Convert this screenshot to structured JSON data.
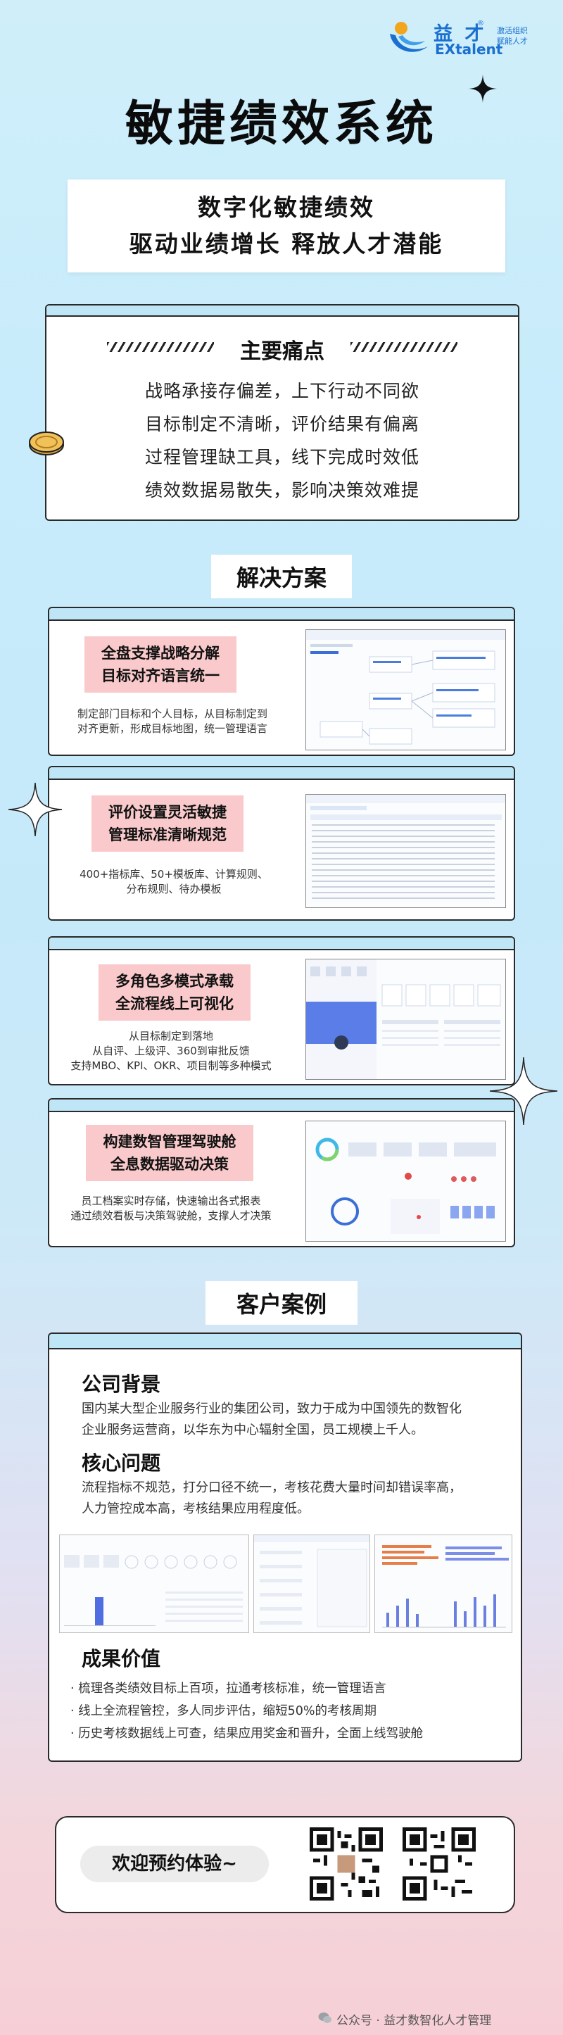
{
  "logo": {
    "cn": "益 才",
    "reg": "®",
    "en": "EXtalent",
    "tagline": [
      "激活组织",
      "赋能人才"
    ]
  },
  "title": "敏捷绩效系统",
  "subtitle": [
    "数字化敏捷绩效",
    "驱动业绩增长 释放人才潜能"
  ],
  "pain": {
    "heading": "主要痛点",
    "lines": [
      "战略承接存偏差，上下行动不同欲",
      "目标制定不清晰，评价结果有偏离",
      "过程管理缺工具，线下完成时效低",
      "绩效数据易散失，影响决策效难提"
    ]
  },
  "solutions": {
    "heading": "解决方案",
    "items": [
      {
        "title": [
          "全盘支撑战略分解",
          "目标对齐语言统一"
        ],
        "desc": [
          "制定部门目标和个人目标，从目标制定到",
          "对齐更新，形成目标地图，统一管理语言"
        ]
      },
      {
        "title": [
          "评价设置灵活敏捷",
          "管理标准清晰规范"
        ],
        "desc": [
          "400+指标库、50+模板库、计算规则、",
          "分布规则、待办模板"
        ]
      },
      {
        "title": [
          "多角色多模式承载",
          "全流程线上可视化"
        ],
        "desc": [
          "从目标制定到落地",
          "从自评、上级评、360到审批反馈",
          "支持MBO、KPI、OKR、项目制等多种模式"
        ]
      },
      {
        "title": [
          "构建数智管理驾驶舱",
          "全息数据驱动决策"
        ],
        "desc": [
          "员工档案实时存储，快速输出各式报表",
          "通过绩效看板与决策驾驶舱，支撑人才决策"
        ]
      }
    ]
  },
  "cases": {
    "heading": "客户案例",
    "background_title": "公司背景",
    "background_text": [
      "国内某大型企业服务行业的集团公司，致力于成为中国领先的数智化",
      "企业服务运营商，以华东为中心辐射全国，员工规模上千人。"
    ],
    "problem_title": "核心问题",
    "problem_text": [
      "流程指标不规范，打分口径不统一，考核花费大量时间却错误率高，",
      "人力管控成本高，考核结果应用程度低。"
    ],
    "value_title": "成果价值",
    "values": [
      "· 梳理各类绩效目标上百项，拉通考核标准，统一管理语言",
      "· 线上全流程管控，多人同步评估，缩短50%的考核周期",
      "· 历史考核数据线上可查，结果应用奖金和晋升，全面上线驾驶舱"
    ]
  },
  "cta": {
    "label": "欢迎预约体验~"
  },
  "footer": "公众号 · 益才数智化人才管理",
  "colors": {
    "accent_blue": "#bfe6f7",
    "title_pink": "#f9c9cb",
    "logo_blue": "#1a6fd0"
  }
}
